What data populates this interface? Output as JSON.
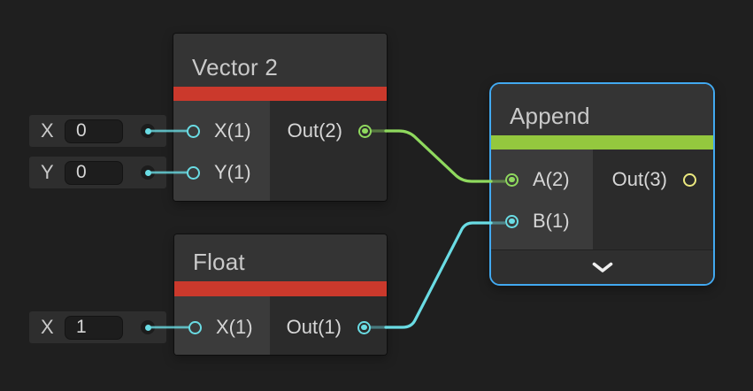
{
  "colors": {
    "background": "#1f1f1f",
    "node_header": "#343434",
    "node_inputs_bg": "#3b3b3b",
    "node_body_bg": "#2b2b2b",
    "node_footer_bg": "#2f2f2f",
    "widget_bg": "#2e2e2e",
    "field_bg": "#1d1d1d",
    "accent_red": "#cb392c",
    "accent_green": "#94c83e",
    "wire_green": "#8fd95e",
    "wire_cyan": "#6adce4",
    "port_yellow": "#ece97f",
    "selection_blue": "#42a9f0",
    "title_text": "#c9c9c9",
    "label_text": "#d6d6d6",
    "chevron": "#efefef"
  },
  "nodes": {
    "vector2": {
      "title": "Vector 2",
      "inputs": [
        {
          "label": "X(1)"
        },
        {
          "label": "Y(1)"
        }
      ],
      "outputs": [
        {
          "label": "Out(2)"
        }
      ]
    },
    "float": {
      "title": "Float",
      "inputs": [
        {
          "label": "X(1)"
        }
      ],
      "outputs": [
        {
          "label": "Out(1)"
        }
      ]
    },
    "append": {
      "title": "Append",
      "selected": true,
      "inputs": [
        {
          "label": "A(2)"
        },
        {
          "label": "B(1)"
        }
      ],
      "outputs": [
        {
          "label": "Out(3)"
        }
      ]
    }
  },
  "widgets": [
    {
      "label": "X",
      "value": "0"
    },
    {
      "label": "Y",
      "value": "0"
    },
    {
      "label": "X",
      "value": "1"
    }
  ],
  "edges": [
    {
      "from": "Vector 2 Out(2)",
      "to": "Append A(2)",
      "color": "#8fd95e"
    },
    {
      "from": "Float Out(1)",
      "to": "Append B(1)",
      "color": "#6adce4"
    }
  ]
}
